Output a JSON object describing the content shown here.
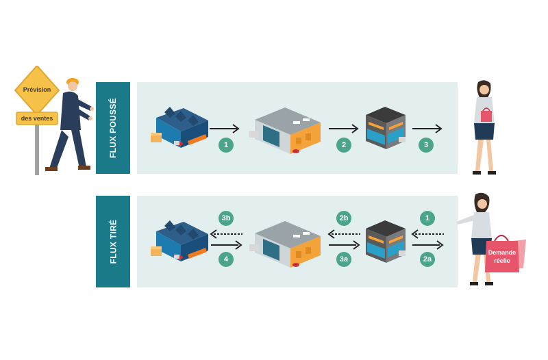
{
  "sign": {
    "line1": "Prévision",
    "line2": "des ventes"
  },
  "push": {
    "label": "FLUX POUSSÉ",
    "steps": [
      "1",
      "2",
      "3"
    ]
  },
  "pull": {
    "label": "FLUX TIRÉ",
    "steps_top": [
      "3b",
      "2b",
      "1"
    ],
    "steps_bottom": [
      "4",
      "3a",
      "2a"
    ]
  },
  "bag": {
    "line1": "Demande",
    "line2": "réelle"
  },
  "colors": {
    "teal": "#1b7a8a",
    "panel": "#e3efef",
    "badge": "#4aa58a",
    "bag": "#e6556a"
  }
}
